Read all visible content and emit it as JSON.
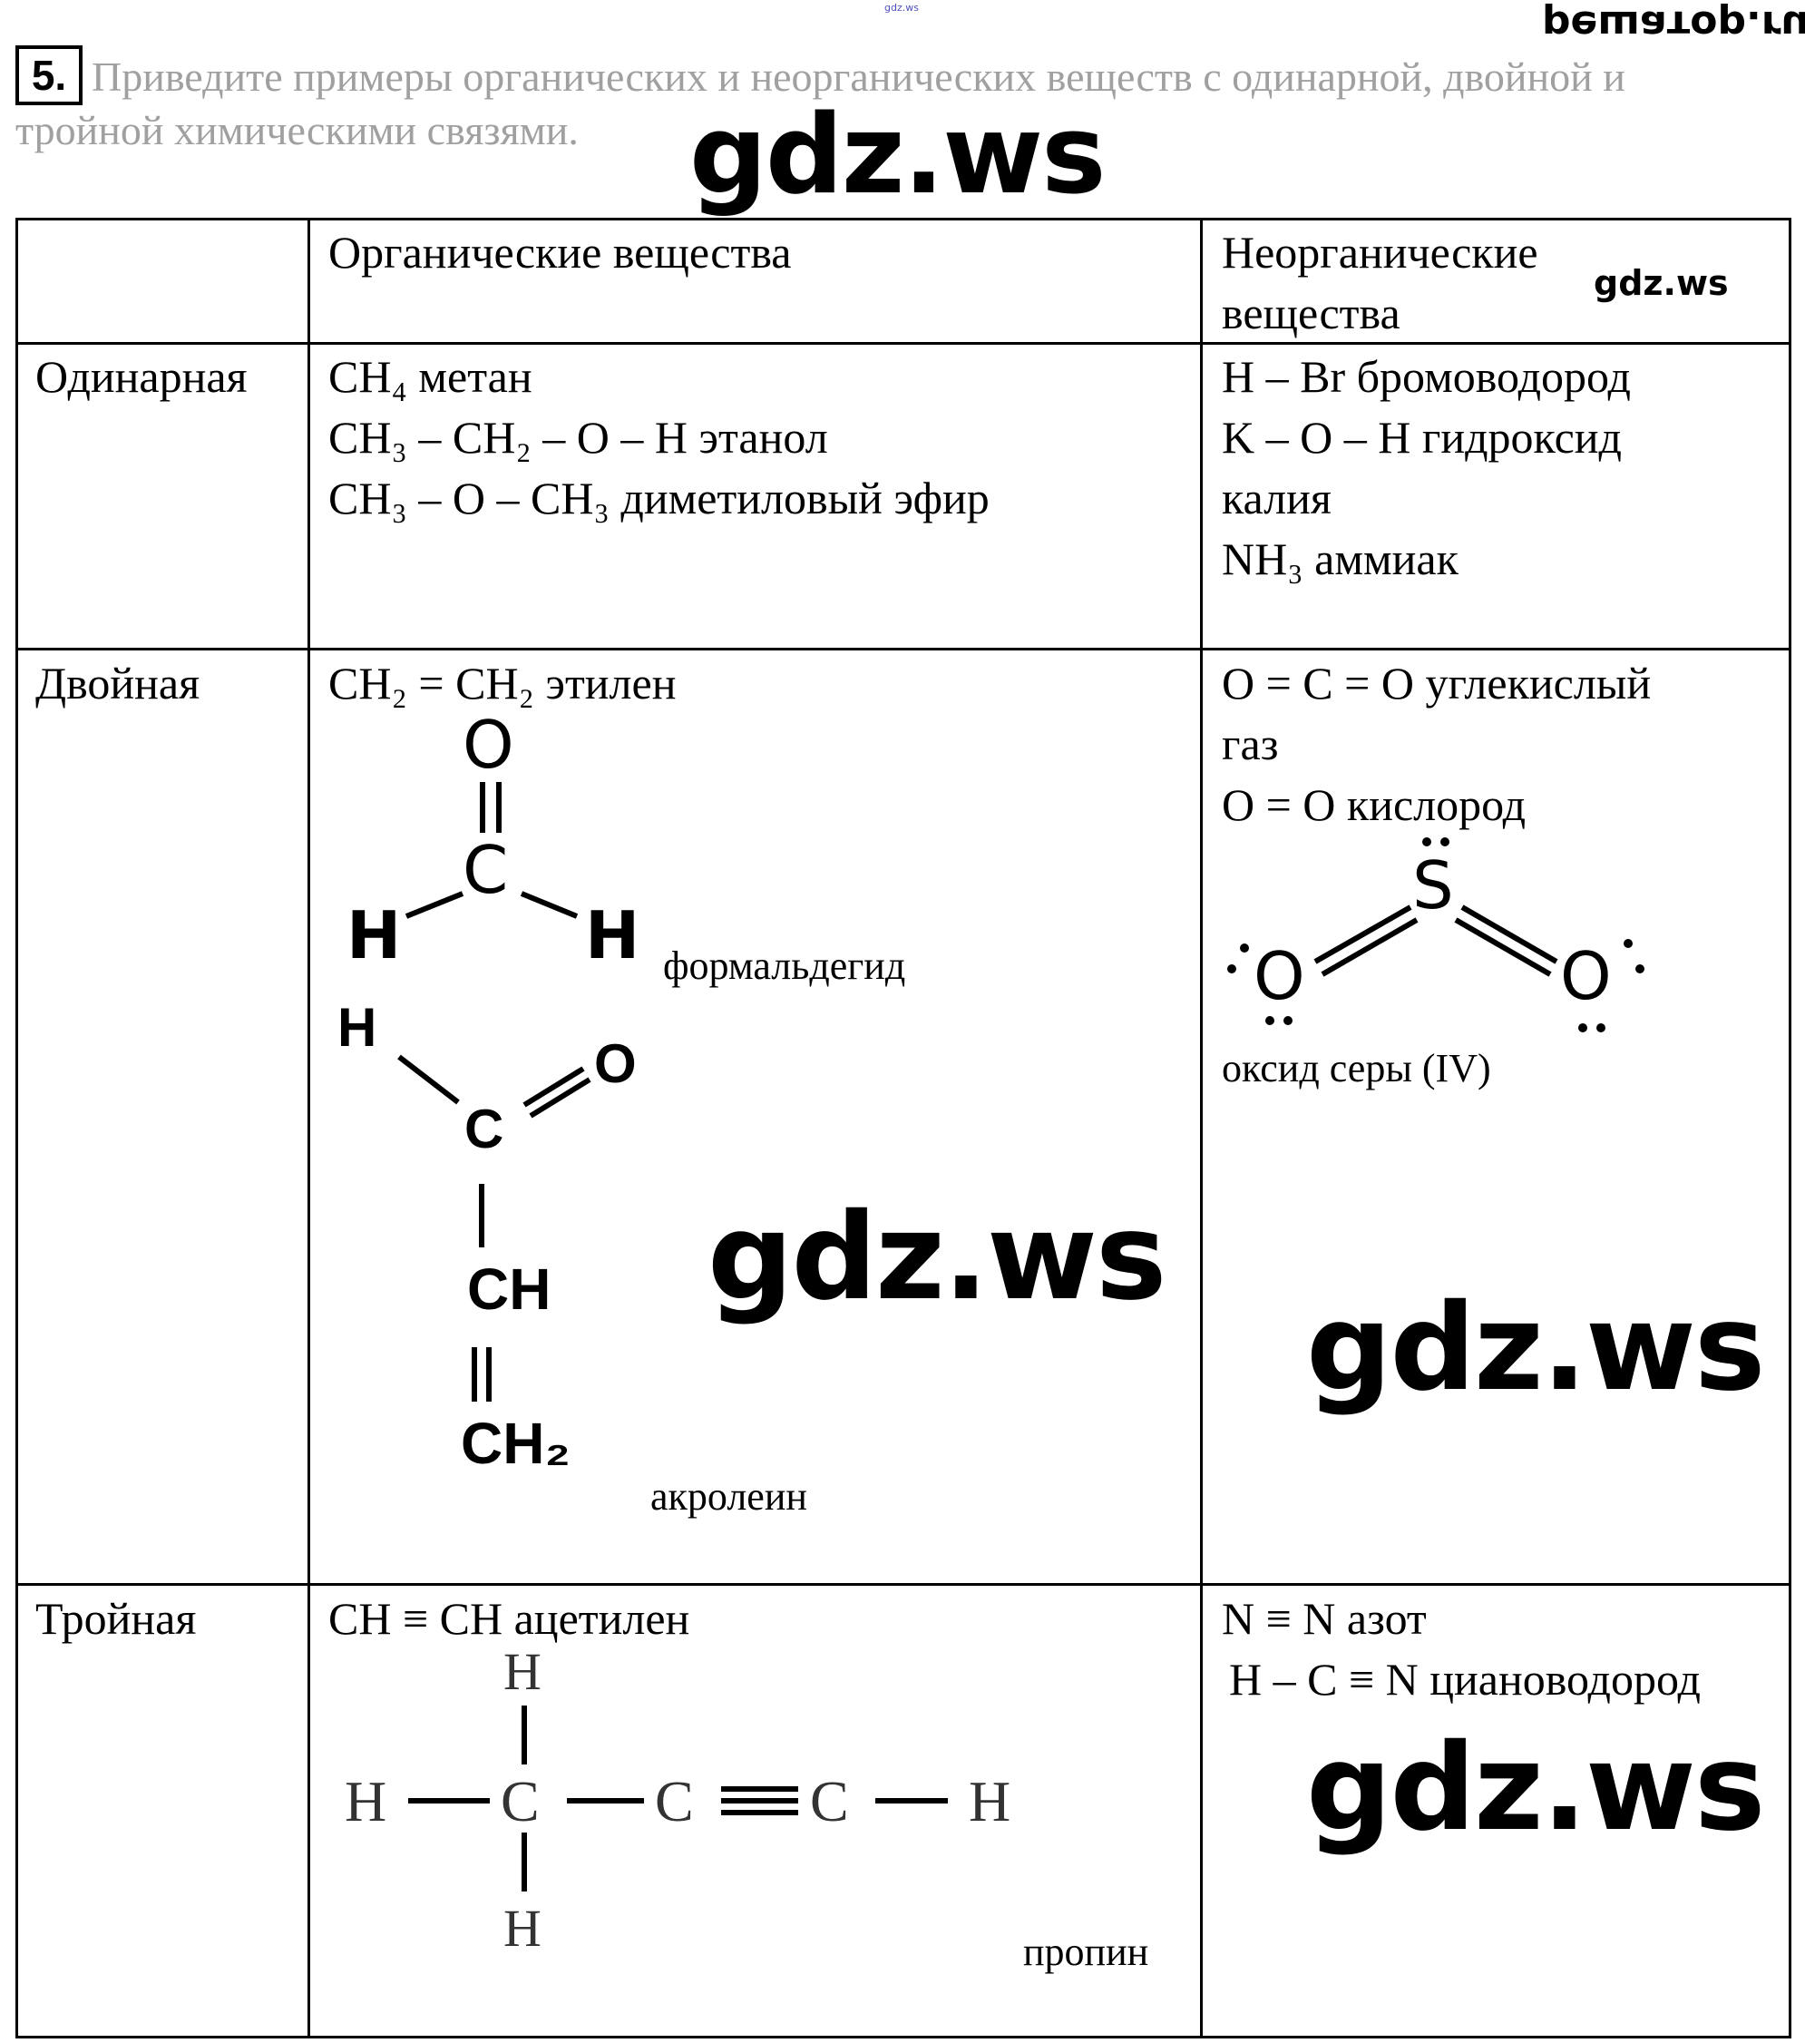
{
  "header": {
    "tiny_watermark": "gdz.ws",
    "task_number": "5.",
    "question_line1": "Приведите примеры органических и неорганических веществ с одинарной, двойной и",
    "question_line2": "тройной химическими связями.",
    "mirrored_logo": "решатор.ru"
  },
  "watermarks": {
    "top": "gdz.ws",
    "small": "gdz.ws",
    "middle": "gdz.ws",
    "right": "gdz.ws",
    "bottom_left": "gdz.ws"
  },
  "table": {
    "columns": [
      "",
      "Органические вещества",
      "Неорганические вещества"
    ],
    "inorganic_header_lines": [
      "Неорганические",
      "вещества"
    ],
    "rows": [
      {
        "bond": "Одинарная",
        "organic": [
          "CH₄ метан",
          "CH₃ – CH₂ – O – H этанол",
          "CH₃ – O – CH₃ диметиловый эфир"
        ],
        "inorganic": [
          "H – Br бромоводород",
          "K – O – H гидроксид",
          "калия",
          "NH₃ аммиак"
        ]
      },
      {
        "bond": "Двойная",
        "organic": [
          "CH₂ = CH₂ этилен"
        ],
        "organic_structures": {
          "formaldehyde": {
            "atoms": [
              "O",
              "C",
              "H",
              "H"
            ],
            "label": "формальдегид"
          },
          "acrolein": {
            "atoms": [
              "H",
              "C",
              "O",
              "CH",
              "CH₂"
            ],
            "label": "акролеин"
          }
        },
        "inorganic": [
          "O = C = O углекислый",
          "газ",
          "O = O кислород"
        ],
        "inorganic_structures": {
          "sulfur_dioxide": {
            "atoms": [
              "S",
              "O",
              "O"
            ],
            "label": "оксид серы (IV)"
          }
        }
      },
      {
        "bond": "Тройная",
        "organic": [
          "CH ≡ CH ацетилен"
        ],
        "organic_structures": {
          "propyne": {
            "atoms": [
              "H",
              "H",
              "C",
              "C",
              "C",
              "H",
              "H"
            ],
            "label": "пропин"
          }
        },
        "inorganic": [
          "N ≡ N азот",
          "H – C ≡ N  циановодород"
        ]
      }
    ]
  }
}
